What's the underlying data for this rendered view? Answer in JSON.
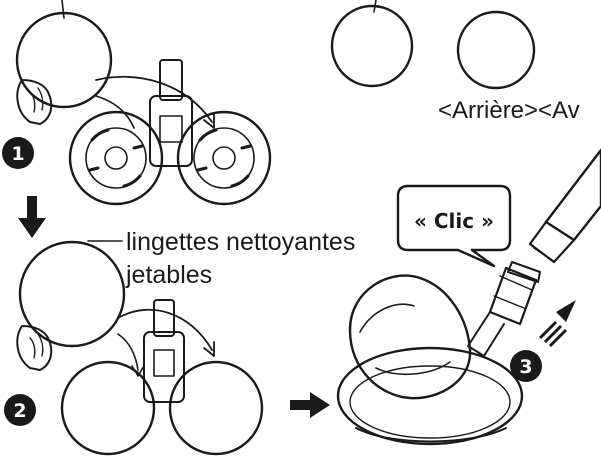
{
  "labels": {
    "wipes_line1": "lingettes nettoyantes",
    "wipes_line2": "jetables",
    "back_front": "<Arrière><Av",
    "click": "« Clic »"
  },
  "steps": [
    "1",
    "2",
    "3"
  ],
  "colors": {
    "ink": "#1a1a1a",
    "paper": "#ffffff"
  }
}
